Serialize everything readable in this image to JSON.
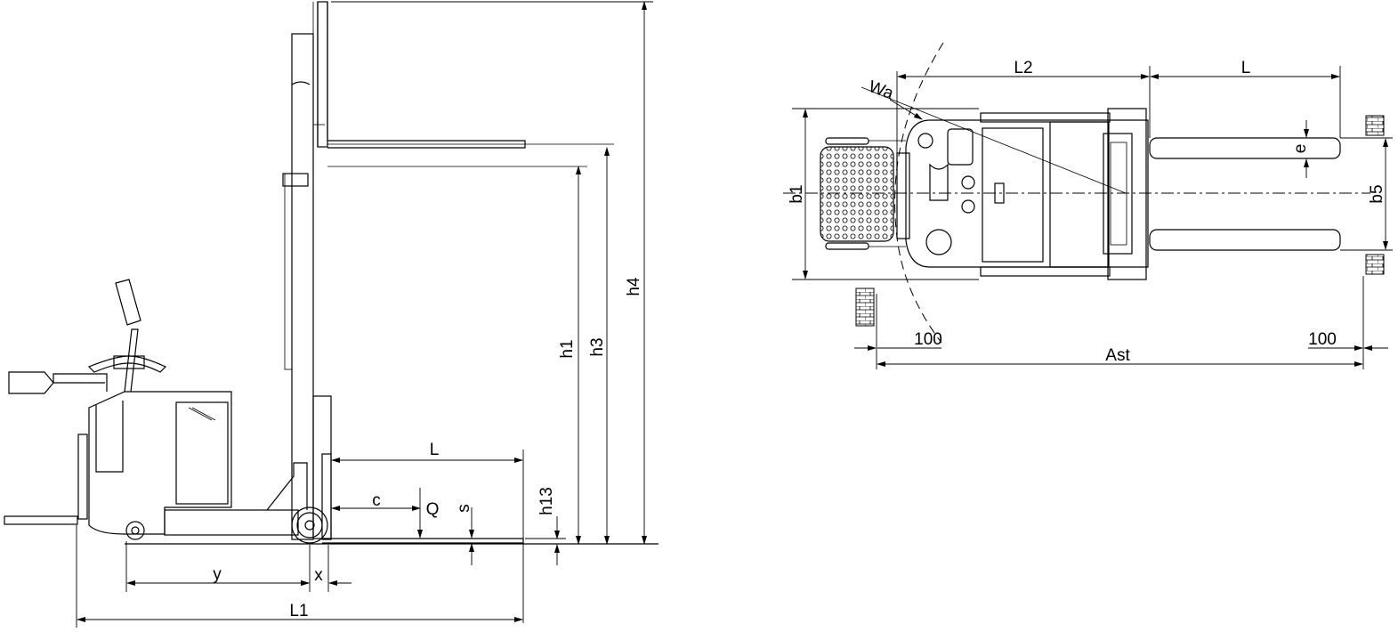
{
  "side_view": {
    "labels": {
      "L": "L",
      "c": "c",
      "Q": "Q",
      "s": "s",
      "h13": "h13",
      "h1": "h1",
      "h3": "h3",
      "h4": "h4",
      "y": "y",
      "x": "x",
      "L1": "L1"
    }
  },
  "top_view": {
    "labels": {
      "L2": "L2",
      "L": "L",
      "Wa": "Wa",
      "b1": "b1",
      "e": "e",
      "b5": "b5",
      "clear_left": "100",
      "clear_right": "100",
      "Ast": "Ast"
    }
  }
}
